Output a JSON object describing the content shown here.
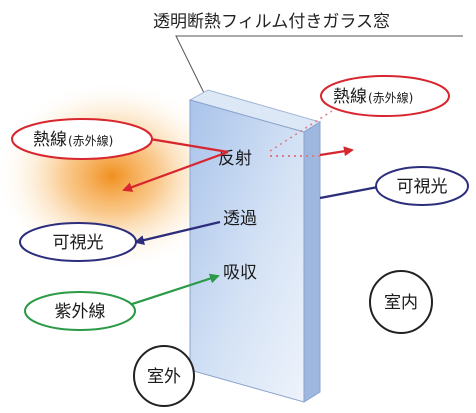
{
  "title": "透明断熱フィルム付きガラス窓",
  "glass": {
    "reflection": "反射",
    "transmission": "透過",
    "absorption": "吸収"
  },
  "labels": {
    "heat_left_main": "熱線",
    "heat_left_sub": "(赤外線)",
    "heat_right_main": "熱線",
    "heat_right_sub": "(赤外線)",
    "visible_left": "可視光",
    "visible_right": "可視光",
    "uv": "紫外線"
  },
  "areas": {
    "outdoor": "室外",
    "indoor": "室内"
  },
  "colors": {
    "heat": "#d7262e",
    "visible": "#2c2e7c",
    "uv": "#2a9a47",
    "glass": "#bfd3ee",
    "glow": "#f39a25"
  }
}
